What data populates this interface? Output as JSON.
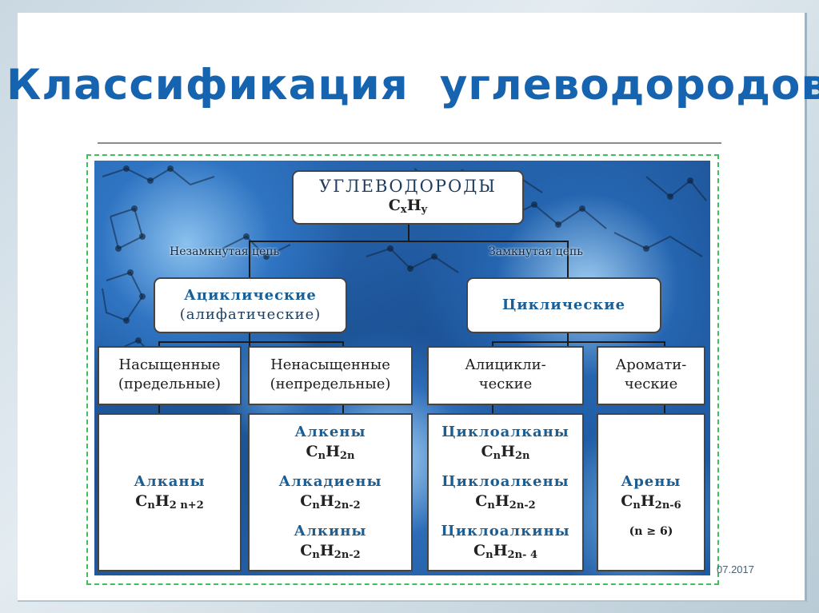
{
  "title": "Классификация  углеводородов",
  "date": "07.2017",
  "root": {
    "name": "УГЛЕВОДОРОДЫ",
    "formula": {
      "c": "C",
      "x": "x",
      "h": "H",
      "y": "y"
    }
  },
  "branches": {
    "open": "Незамкнутая цепь",
    "closed": "Замкнутая цепь"
  },
  "acyclic": {
    "line1": "Ациклические",
    "line2": "(алифатические)"
  },
  "cyclic": {
    "label": "Циклические"
  },
  "groups": [
    {
      "line1": "Насыщенные",
      "line2": "(предельные)"
    },
    {
      "line1": "Ненасыщенные",
      "line2": "(непредельные)"
    },
    {
      "line1": "Алицикли-",
      "line2": "ческие"
    },
    {
      "line1": "Аромати-",
      "line2": "ческие"
    }
  ],
  "classes": {
    "alkanes": {
      "name": "Алканы",
      "h_sub": "2 n+2"
    },
    "alkenes": {
      "name": "Алкены",
      "h_sub": "2n"
    },
    "alkadienes": {
      "name": "Алкадиены",
      "h_sub": "2n-2"
    },
    "alkynes": {
      "name": "Алкины",
      "h_sub": "2n-2"
    },
    "cycloalkanes": {
      "name": "Циклоалканы",
      "h_sub": "2n"
    },
    "cycloalkenes": {
      "name": "Циклоалкены",
      "h_sub": "2n-2"
    },
    "cycloalkynes": {
      "name": "Циклоалкины",
      "h_sub": "2n- 4"
    },
    "arenes": {
      "name": "Арены",
      "h_sub": "2n-6",
      "note": "(n ≥ 6)"
    }
  },
  "formula_parts": {
    "c": "C",
    "n": "n",
    "h": "H"
  },
  "colors": {
    "title": "#1664b0",
    "class_name": "#1a5e96",
    "frame": "#3fbf5a"
  }
}
